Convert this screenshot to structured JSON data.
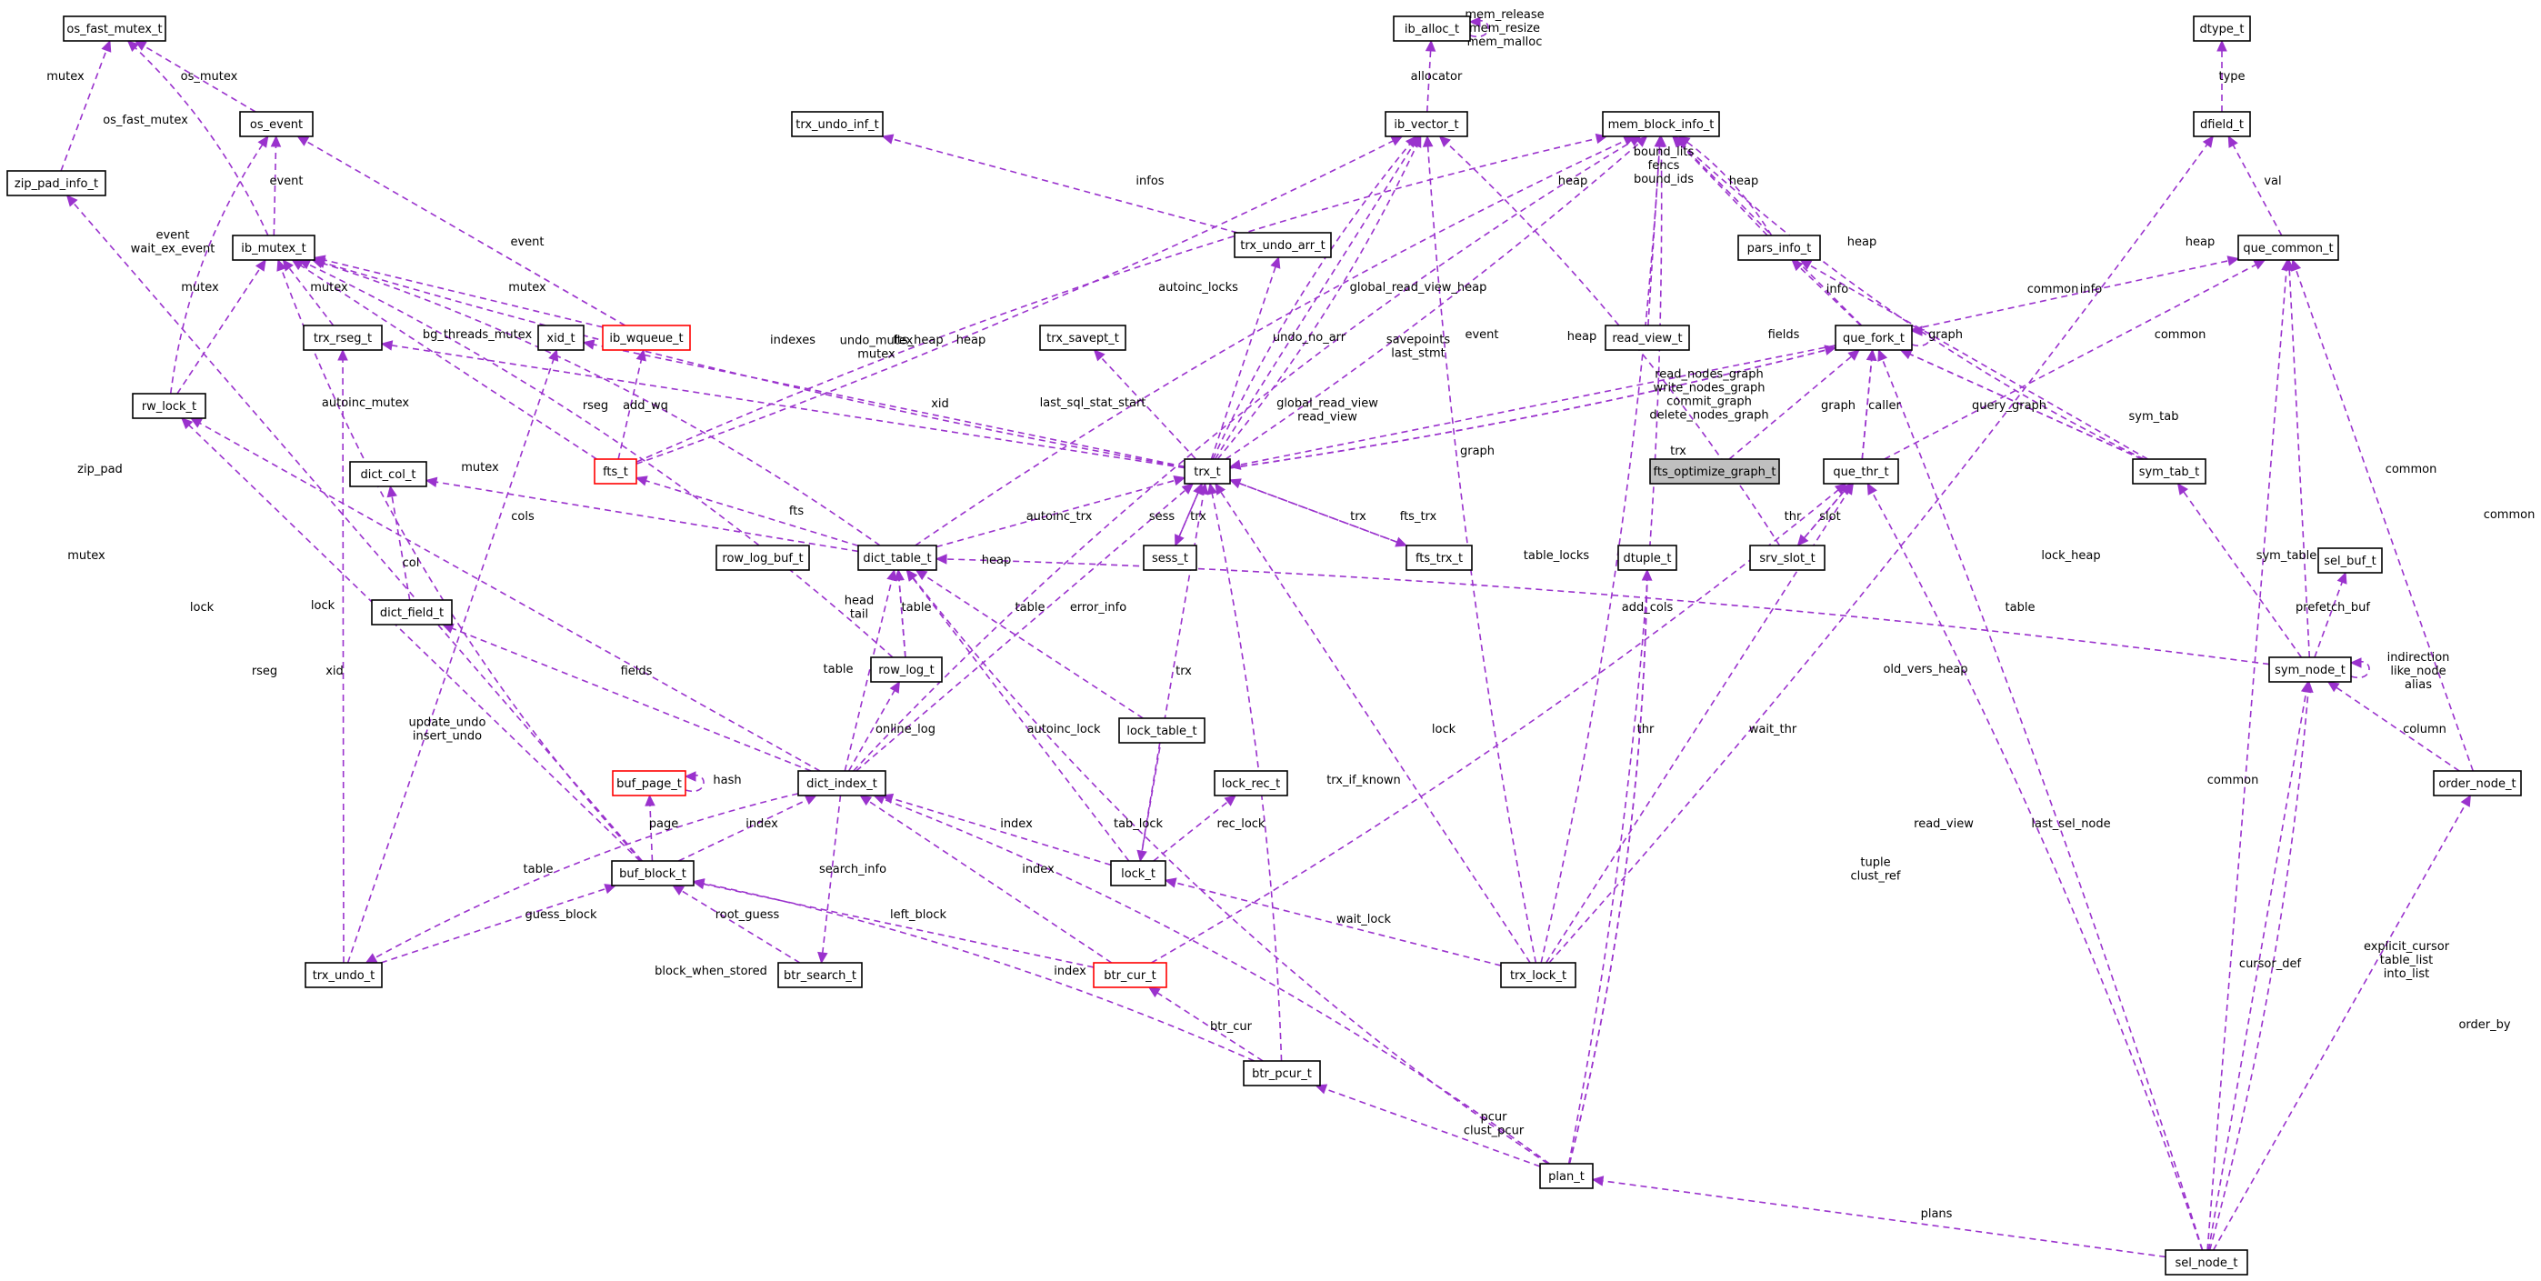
{
  "colors": {
    "edge": "#9a32cd",
    "node_border": "#000000",
    "incomplete_node_border": "#ff0000",
    "focus_node_fill": "#bfbfbf"
  },
  "nodes": {
    "os_fast_mutex_t": "os_fast_mutex_t",
    "zip_pad_info_t": "zip_pad_info_t",
    "os_event": "os_event",
    "ib_mutex_t": "ib_mutex_t",
    "trx_rseg_t": "trx_rseg_t",
    "rw_lock_t": "rw_lock_t",
    "xid_t": "xid_t",
    "ib_wqueue_t": "ib_wqueue_t",
    "fts_t": "fts_t",
    "ib_alloc_t": "ib_alloc_t",
    "ib_vector_t": "ib_vector_t",
    "trx_undo_inf_t": "trx_undo_inf_t",
    "trx_undo_arr_t": "trx_undo_arr_t",
    "mem_block_info_t": "mem_block_info_t",
    "dtype_t": "dtype_t",
    "dfield_t": "dfield_t",
    "pars_info_t": "pars_info_t",
    "que_common_t": "que_common_t",
    "trx_savept_t": "trx_savept_t",
    "read_view_t": "read_view_t",
    "que_fork_t": "que_fork_t",
    "fts_optimize_graph_t": "fts_optimize_graph_t",
    "que_thr_t": "que_thr_t",
    "sym_tab_t": "sym_tab_t",
    "trx_t": "trx_t",
    "dict_col_t": "dict_col_t",
    "dict_table_t": "dict_table_t",
    "row_log_buf_t": "row_log_buf_t",
    "sess_t": "sess_t",
    "fts_trx_t": "fts_trx_t",
    "srv_slot_t": "srv_slot_t",
    "dtuple_t": "dtuple_t",
    "sel_buf_t": "sel_buf_t",
    "dict_field_t": "dict_field_t",
    "row_log_t": "row_log_t",
    "lock_table_t": "lock_table_t",
    "sym_node_t": "sym_node_t",
    "buf_page_t": "buf_page_t",
    "dict_index_t": "dict_index_t",
    "lock_rec_t": "lock_rec_t",
    "order_node_t": "order_node_t",
    "buf_block_t": "buf_block_t",
    "lock_t": "lock_t",
    "trx_undo_t": "trx_undo_t",
    "btr_search_t": "btr_search_t",
    "btr_cur_t": "btr_cur_t",
    "trx_lock_t": "trx_lock_t",
    "btr_pcur_t": "btr_pcur_t",
    "plan_t": "plan_t",
    "sel_node_t": "sel_node_t"
  },
  "edge_labels": {
    "mutex_zip": "mutex",
    "os_mutex": "os_mutex",
    "os_fast_mutex": "os_fast_mutex",
    "event_mutex": "event",
    "event_wq": "event",
    "event_wait": "event\nwait_ex_event",
    "mutex_rw": "mutex",
    "mutex_rseg": "mutex",
    "mutex_wq": "mutex",
    "bg_threads_mutex": "bg_threads_mutex",
    "autoinc_mutex": "autoinc_mutex",
    "mutex_rowlog": "mutex",
    "mutex_buf": "mutex",
    "zip_pad": "zip_pad",
    "lock_dict": "lock",
    "lock_buf": "lock",
    "rseg_undo": "rseg",
    "xid_undo": "xid",
    "rseg_trx": "rseg",
    "add_wq": "add_wq",
    "indexes": "indexes",
    "fts_heap": "fts_heap",
    "fts_link": "fts",
    "mem_alloc": "mem_release\nmem_resize\nmem_malloc",
    "allocator": "allocator",
    "infos": "infos",
    "undo_mutex": "undo_mutex\nmutex",
    "xid": "xid",
    "autoinc_locks": "autoinc_locks",
    "undo_no_arr": "undo_no_arr",
    "global_read_view_heap": "global_read_view_heap",
    "savepoints": "savepoints\nlast_stmt",
    "heap_dict": "heap",
    "heap_index": "heap",
    "heap_vec": "heap",
    "heap_pars": "heap",
    "heap_fork": "heap",
    "heap_read_view": "heap",
    "heap_sym": "heap",
    "bound_lits": "bound_lits\nfencs\nbound_ids",
    "type": "type",
    "val": "val",
    "info_pars": "info",
    "info_sym": "info",
    "common_fork": "common",
    "common_thr": "common",
    "common_sym_node": "common",
    "common_order": "common",
    "common_sel": "common",
    "graph_self": "graph",
    "fields_dfield": "fields",
    "event_trx": "event",
    "last_sql_stat_start": "last_sql_stat_start",
    "global_read_view": "global_read_view\nread_view",
    "graph_trx": "graph",
    "trx_fork": "trx",
    "read_nodes_graph": "read_nodes_graph\nwrite_nodes_graph\ncommit_graph\ndelete_nodes_graph",
    "graph_thr": "graph",
    "caller": "caller",
    "query_graph": "query_graph",
    "sym_tab": "sym_tab",
    "sess": "sess",
    "trx_sess": "trx",
    "trx_fts": "trx",
    "fts_trx": "fts_trx",
    "thr_slot": "thr",
    "slot": "slot",
    "autoinc_trx": "autoinc_trx",
    "cols": "cols",
    "col": "col",
    "fields_index": "fields",
    "head_tail": "head\ntail",
    "table_rowlog": "table",
    "table_lock": "table",
    "error_info": "error_info",
    "table_index": "table",
    "online_log": "online_log",
    "table_locks": "table_locks",
    "lock_heap": "lock_heap",
    "table_sym": "table",
    "add_cols": "add_cols",
    "sym_table": "sym_table",
    "prefetch_buf": "prefetch_buf",
    "indirection": "indirection\nlike_node\nalias",
    "column": "column",
    "old_vers_heap": "old_vers_heap",
    "update_undo": "update_undo\ninsert_undo",
    "autoinc_lock": "autoinc_lock",
    "trx_lock": "trx",
    "lock_trx": "lock",
    "trx_if_known": "trx_if_known",
    "thr_btr": "thr",
    "wait_thr": "wait_thr",
    "read_view_sel": "read_view",
    "last_sel_node": "last_sel_node",
    "hash": "hash",
    "page": "page",
    "index_buf": "index",
    "tab_lock": "tab_lock",
    "rec_lock": "rec_lock",
    "index_lock": "index",
    "index_btr": "index",
    "index_plan": "index",
    "search_info": "search_info",
    "guess_block": "guess_block",
    "root_guess": "root_guess",
    "left_block": "left_block",
    "wait_lock": "wait_lock",
    "tuple": "tuple\nclust_ref",
    "block_when_stored": "block_when_stored",
    "btr_cur": "btr_cur",
    "table_plan": "table",
    "pcur": "pcur\nclust_pcur",
    "plans": "plans",
    "cursor_def": "cursor_def",
    "explicit_cursor": "explicit_cursor\ntable_list\ninto_list",
    "order_by": "order_by"
  }
}
